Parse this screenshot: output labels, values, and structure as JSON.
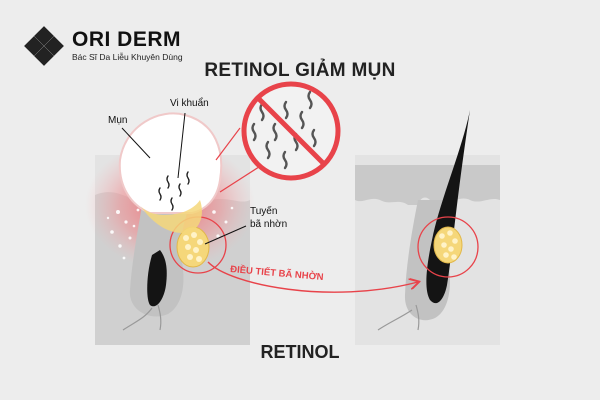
{
  "brand": {
    "name": "ORI DERM",
    "tagline": "Bác Sĩ Da Liễu Khuyên Dùng",
    "logo_icon": "four-diamond-logo-icon"
  },
  "title": "RETINOL GIẢM MỤN",
  "labels": {
    "acne": "Mụn",
    "bacteria": "Vi khuẩn",
    "sebaceous_gland_line1": "Tuyến",
    "sebaceous_gland_line2": "bã nhờn",
    "arrow_text": "ĐIỀU TIẾT BÃ NHỜN"
  },
  "bottom_title": "RETINOL",
  "colors": {
    "background": "#ededed",
    "accent_red": "#e8434a",
    "skin": "#cfcfcf",
    "sebum_yellow": "#f5d77a",
    "hair": "#141414"
  }
}
